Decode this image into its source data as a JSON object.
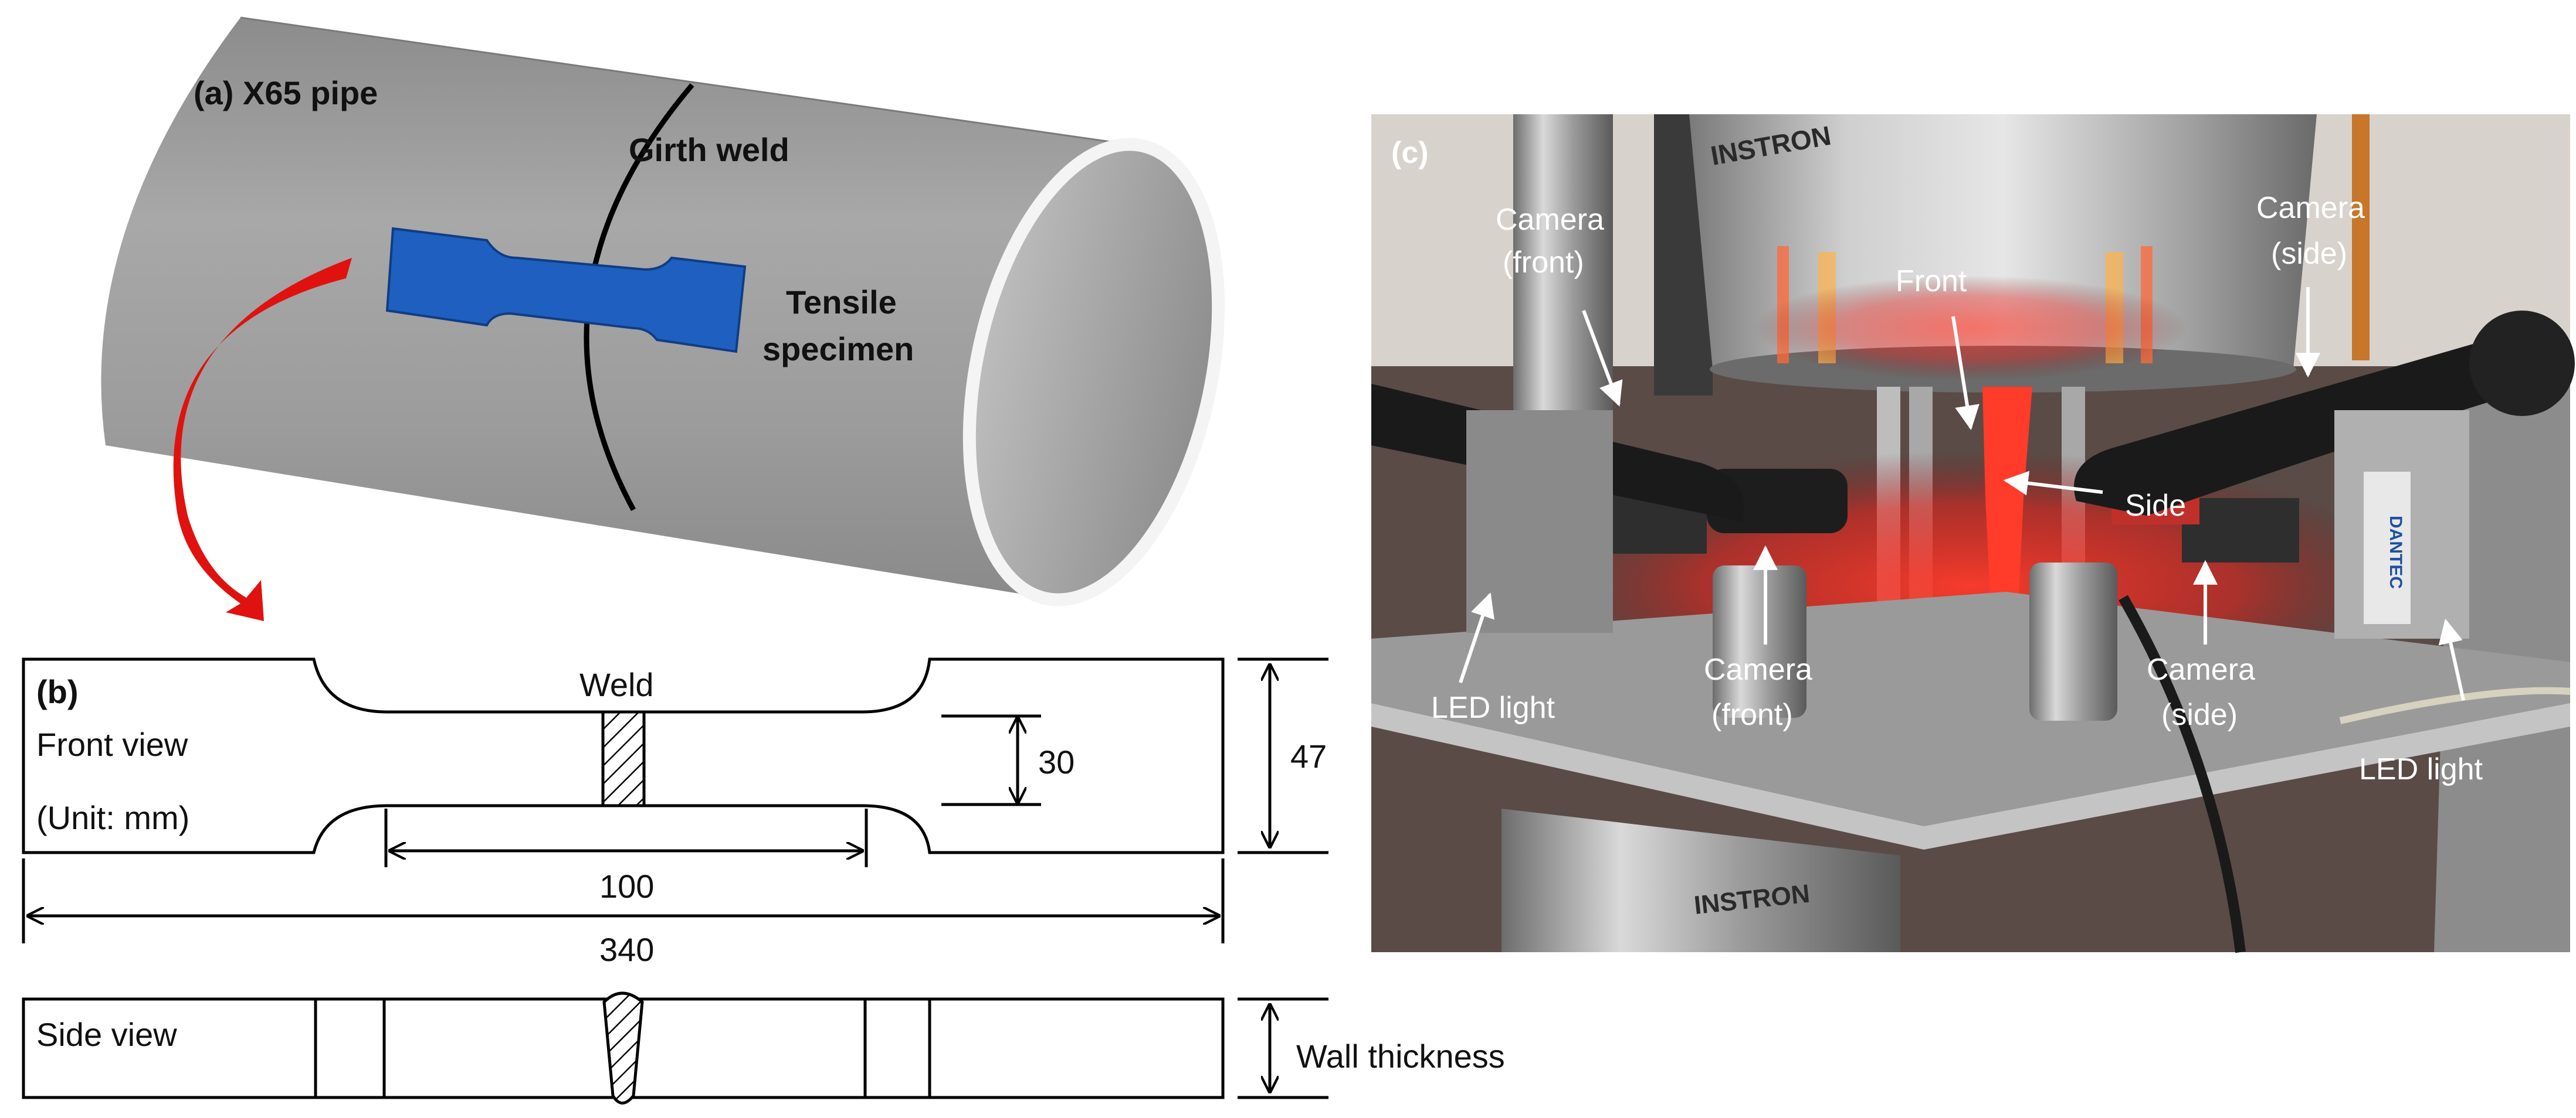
{
  "panel_a": {
    "label": "(a) X65 pipe",
    "girth_weld": "Girth weld",
    "specimen_line1": "Tensile",
    "specimen_line2": "specimen",
    "colors": {
      "pipe": "#9a9a9a",
      "specimen": "#1f5fbf",
      "arrow": "#e0120f",
      "weld_line": "#000000"
    }
  },
  "panel_b": {
    "label": "(b)",
    "front_view": "Front view",
    "unit": "(Unit: mm)",
    "weld": "Weld",
    "dim_30": "30",
    "dim_47": "47",
    "dim_100": "100",
    "dim_340": "340",
    "side_view": "Side view",
    "wall_thickness": "Wall thickness"
  },
  "panel_c": {
    "label": "(c)",
    "brand_top": "INSTRON",
    "brand_bottom": "INSTRON",
    "brand_dantec": "DANTEC",
    "camera_front_top_1": "Camera",
    "camera_front_top_2": "(front)",
    "front": "Front",
    "camera_side_top_1": "Camera",
    "camera_side_top_2": "(side)",
    "side": "Side",
    "led_left": "LED light",
    "camera_front_bottom_1": "Camera",
    "camera_front_bottom_2": "(front)",
    "camera_side_bottom_1": "Camera",
    "camera_side_bottom_2": "(side)",
    "led_right": "LED light",
    "colors": {
      "glow": "#ff2a1a",
      "annotation": "#ffffff"
    }
  }
}
